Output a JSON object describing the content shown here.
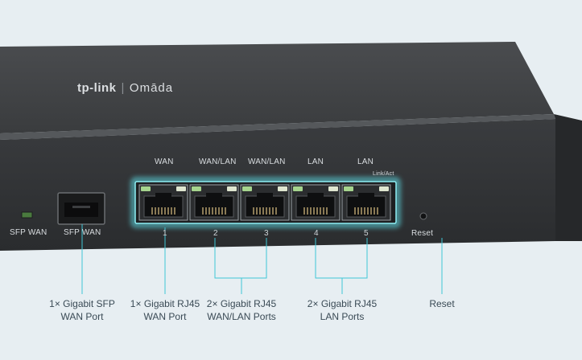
{
  "brand": {
    "logo_text": "tp-link",
    "separator": "|",
    "product_line": "Omāda"
  },
  "ports": {
    "sfp_led_label": "SFP WAN",
    "sfp_label": "SFP WAN",
    "rj45_labels": [
      "WAN",
      "WAN/LAN",
      "WAN/LAN",
      "LAN",
      "LAN"
    ],
    "rj45_numbers": [
      "1",
      "2",
      "3",
      "4",
      "5"
    ],
    "link_act_label": "Link/Act",
    "reset_label": "Reset"
  },
  "callouts": [
    {
      "line1": "1× Gigabit SFP",
      "line2": "WAN Port"
    },
    {
      "line1": "1× Gigabit RJ45",
      "line2": "WAN Port"
    },
    {
      "line1": "2× Gigabit RJ45",
      "line2": "WAN/LAN Ports"
    },
    {
      "line1": "2× Gigabit RJ45",
      "line2": "LAN Ports"
    },
    {
      "line1": "Reset",
      "line2": ""
    }
  ],
  "colors": {
    "background": "#e7eef2",
    "chassis_top": "#3d3f41",
    "chassis_front": "#2f3133",
    "highlight_glow": "#5fe0ea",
    "callout_line": "#3fc7d6",
    "led_green": "#7fbf6a"
  }
}
